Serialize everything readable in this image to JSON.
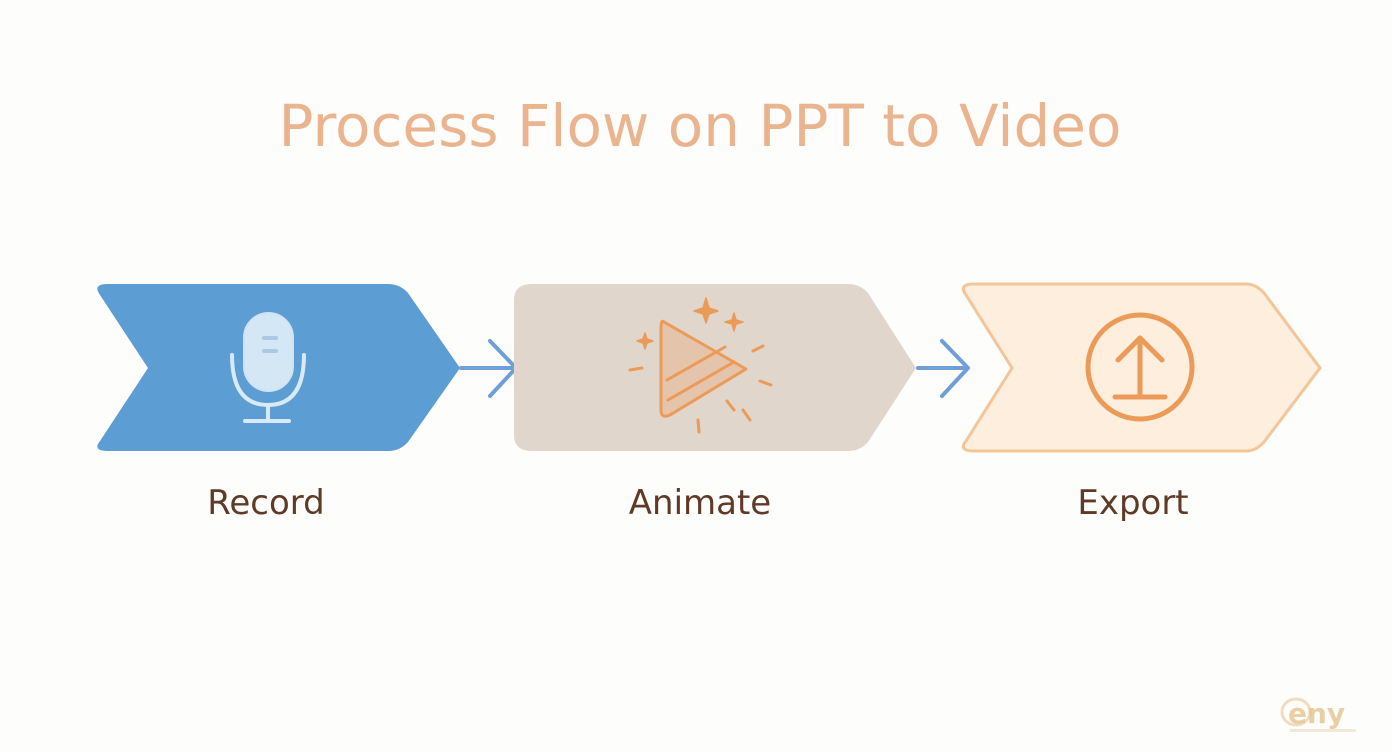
{
  "title": "Process Flow on PPT to Video",
  "steps": [
    {
      "label": "Record",
      "icon": "microphone-icon",
      "color": "#5c9dd4"
    },
    {
      "label": "Animate",
      "icon": "play-sparkle-icon",
      "color": "#e0d6cc"
    },
    {
      "label": "Export",
      "icon": "upload-circle-icon",
      "color": "#fdeede"
    }
  ],
  "colors": {
    "title": "#eab48e",
    "label": "#5f3a27",
    "arrow": "#6f9fd8",
    "accent_orange": "#ec9a57"
  },
  "watermark": {
    "text": "eny"
  }
}
